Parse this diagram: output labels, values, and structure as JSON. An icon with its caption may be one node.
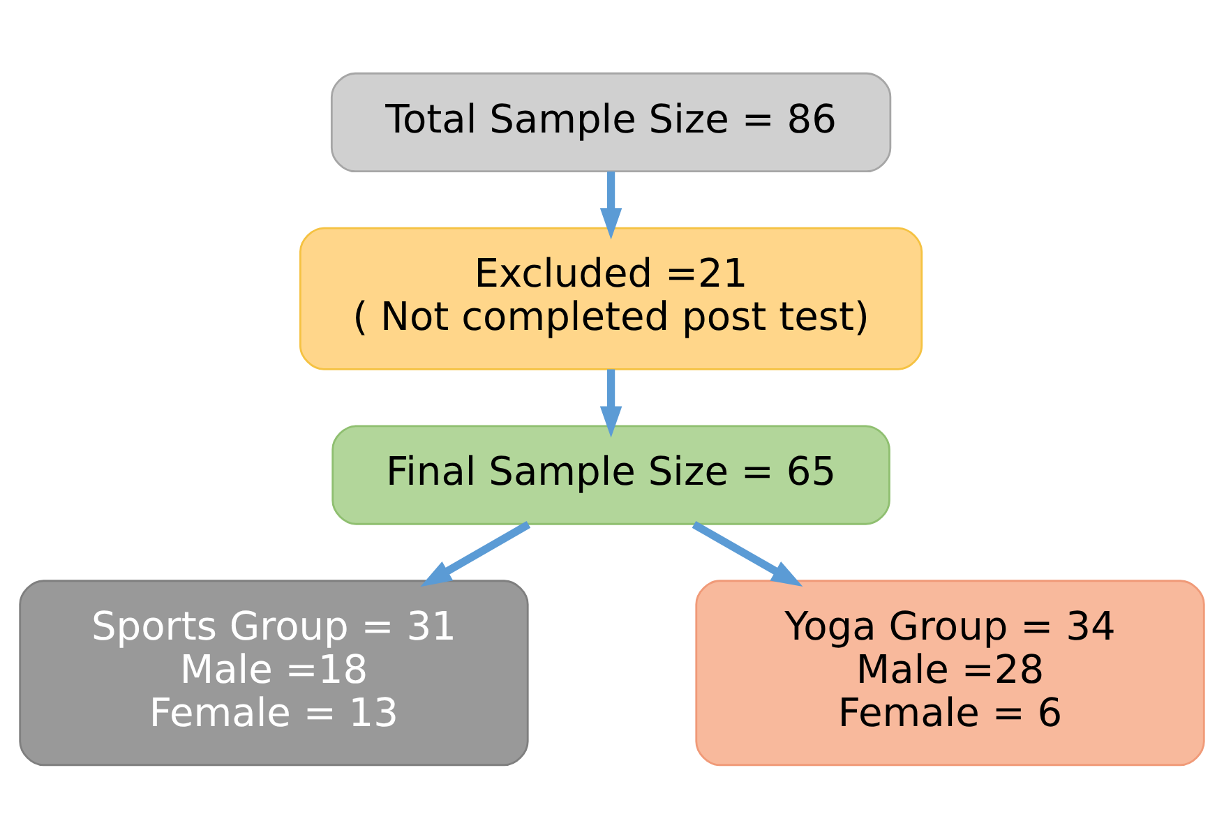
{
  "diagram": {
    "nodes": [
      {
        "text": [
          "Total Sample Size = 86"
        ]
      },
      {
        "text": [
          "Excluded =21",
          "( Not completed post test)"
        ]
      },
      {
        "text": [
          "Final Sample Size = 65"
        ]
      },
      {
        "text": [
          "Sports Group = 31",
          "Male =18",
          "Female = 13"
        ]
      },
      {
        "text": [
          "Yoga Group = 34",
          "Male =28",
          "Female = 6"
        ]
      }
    ],
    "edges": [
      {
        "from": 0,
        "to": 1,
        "arrow": "to"
      },
      {
        "from": 1,
        "to": 2,
        "arrow": "to"
      },
      {
        "from": 2,
        "to": 3,
        "arrow": "to"
      },
      {
        "from": 2,
        "to": 4,
        "arrow": "to"
      }
    ]
  }
}
